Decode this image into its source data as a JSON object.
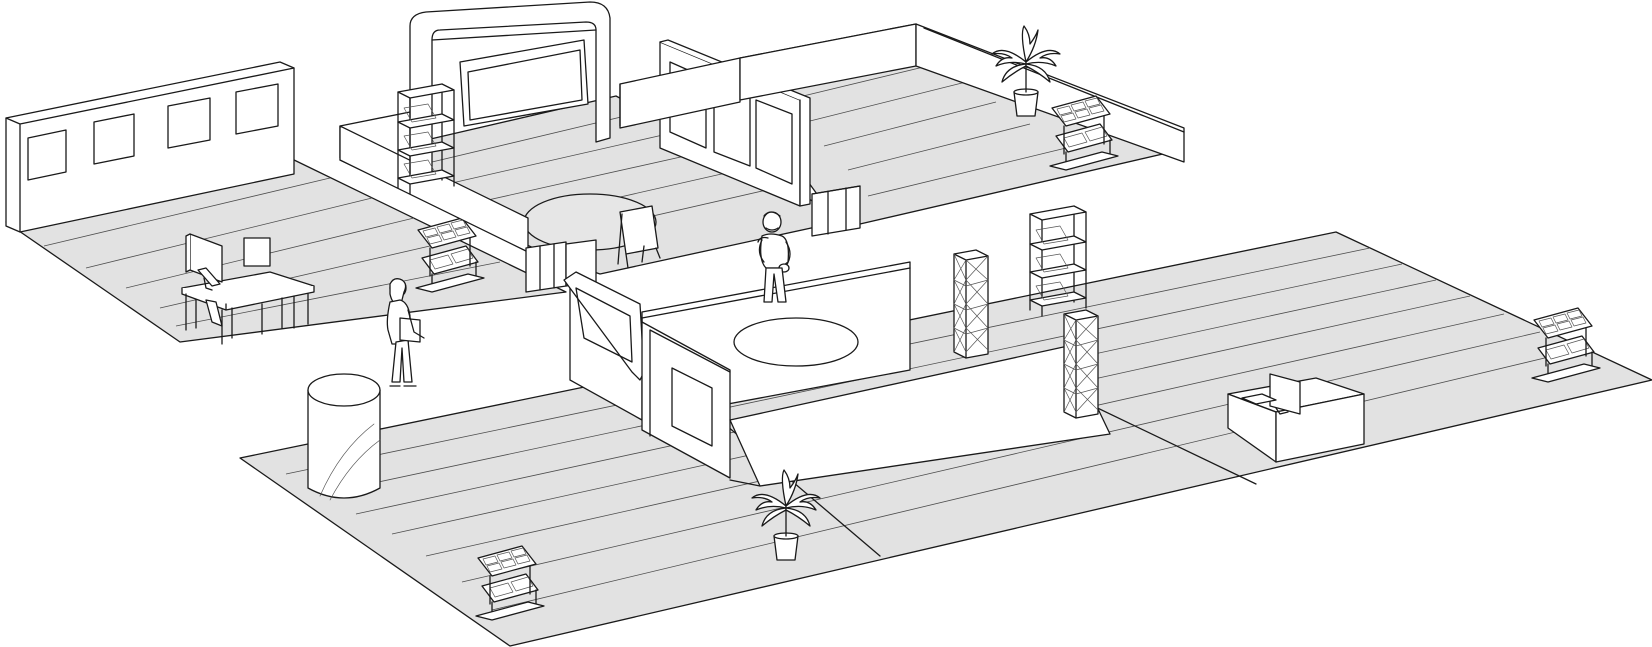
{
  "scene": {
    "type": "isometric-line-illustration",
    "colors": {
      "floor": "#e2e2e2",
      "line": "#1a1a1a",
      "background": "#ffffff",
      "fixture": "#ffffff"
    },
    "objects": [
      {
        "name": "left-booth-wall-panels",
        "count": 4
      },
      {
        "name": "reception-desk-with-monitor"
      },
      {
        "name": "rear-stage-video-wall"
      },
      {
        "name": "brochure-tower-shelf",
        "count": 2
      },
      {
        "name": "center-partition-with-three-panels"
      },
      {
        "name": "potted-palm-plant",
        "count": 2
      },
      {
        "name": "brochure-display-stand",
        "count": 4
      },
      {
        "name": "a-frame-sign-board"
      },
      {
        "name": "visitor-figure-standing",
        "count": 2
      },
      {
        "name": "cylindrical-pedestal"
      },
      {
        "name": "truss-tower",
        "count": 2
      },
      {
        "name": "center-stage-island-with-oval"
      },
      {
        "name": "info-counter-with-monitor"
      }
    ]
  }
}
